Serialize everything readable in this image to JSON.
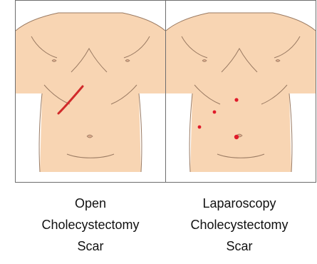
{
  "colors": {
    "skin": "#f8d5b3",
    "outline": "#9a7a62",
    "scar": "#d12a2a",
    "port": "#e01b2a",
    "frame": "#6e6e6e"
  },
  "open": {
    "caption_line1": "Open",
    "caption_line2": "Cholecystectomy",
    "caption_line3": "Scar"
  },
  "laparoscopy": {
    "caption_line1": "Laparoscopy",
    "caption_line2": "Cholecystectomy",
    "caption_line3": "Scar"
  }
}
